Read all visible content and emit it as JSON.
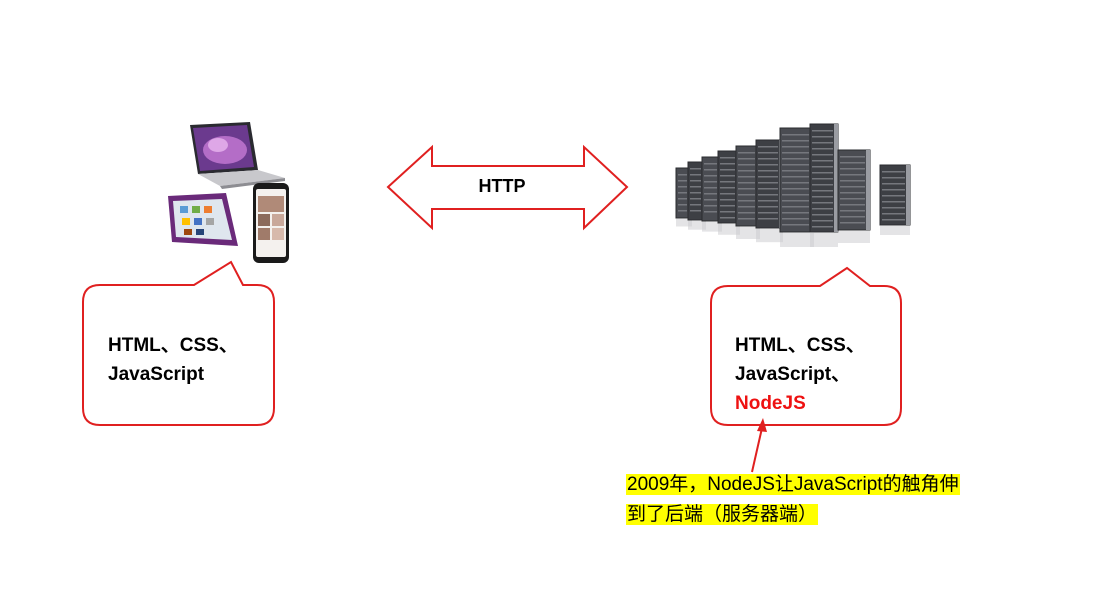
{
  "arrow": {
    "label": "HTTP"
  },
  "client_bubble": {
    "line1": "HTML、CSS、",
    "line2": "JavaScript"
  },
  "server_bubble": {
    "line1": "HTML、CSS、",
    "line2": "JavaScript、",
    "line3": "NodeJS"
  },
  "note": {
    "line1": "2009年，NodeJS让JavaScript的触角伸",
    "line2": "到了后端（服务器端）"
  },
  "colors": {
    "bubble_border": "#e02020",
    "highlight": "#ffff00",
    "nodejs_text": "#ee1111",
    "note_arrow": "#e02020"
  },
  "icons": {
    "client": [
      "laptop-icon",
      "tablet-icon",
      "phone-icon"
    ],
    "server": "server-rack-icon"
  }
}
